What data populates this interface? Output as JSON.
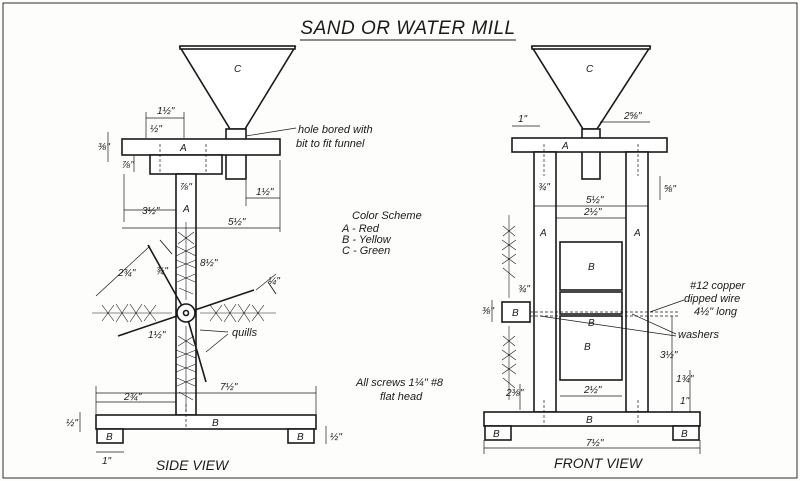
{
  "title": "SAND OR WATER MILL",
  "views": {
    "side": "SIDE VIEW",
    "front": "FRONT VIEW"
  },
  "color_scheme": {
    "heading": "Color Scheme",
    "lines": [
      "A - Red",
      "B - Yellow",
      "C - Green"
    ]
  },
  "notes": {
    "hole_line1": "hole bored with",
    "hole_line2": "bit to fit funnel",
    "screws_line1": "All screws 1¼\" #8",
    "screws_line2": "flat head",
    "wire_line1": "#12 copper",
    "wire_line2": "dipped wire",
    "wire_line3": "4½\" long",
    "washers": "washers",
    "quills": "quills"
  },
  "part_labels": {
    "a": "A",
    "b": "B",
    "c": "C"
  },
  "side_dims": {
    "top_width": "1½\"",
    "top_offset": "½\"",
    "top_thick": "⅜\"",
    "block_drop": "⅞\"",
    "post_w": "⅞\"",
    "right_off": "1½\"",
    "left_off": "3½\"",
    "overall_top": "5½\"",
    "blade_len": "2¾\"",
    "blade_w": "¾\"",
    "post_h": "8½\"",
    "hub_in": "1½\"",
    "hub_r": "¼\"",
    "base_w": "7½\"",
    "base_left": "2¾\"",
    "base_thick": "½\"",
    "foot_w": "1\"",
    "foot_h": "½\""
  },
  "front_dims": {
    "top_off": "1\"",
    "funnel_w": "2⅝\"",
    "upright_in": "¾\"",
    "span_outer": "5½\"",
    "span_inner": "2½\"",
    "top_drop": "⅝\"",
    "axle_h": "¾\"",
    "hub_h": "⅜\"",
    "side_h": "3½\"",
    "side_h2": "1¾\"",
    "foot_h": "1\"",
    "base_left": "2⅜\"",
    "base_inner": "2½\"",
    "base_w": "7½\""
  }
}
